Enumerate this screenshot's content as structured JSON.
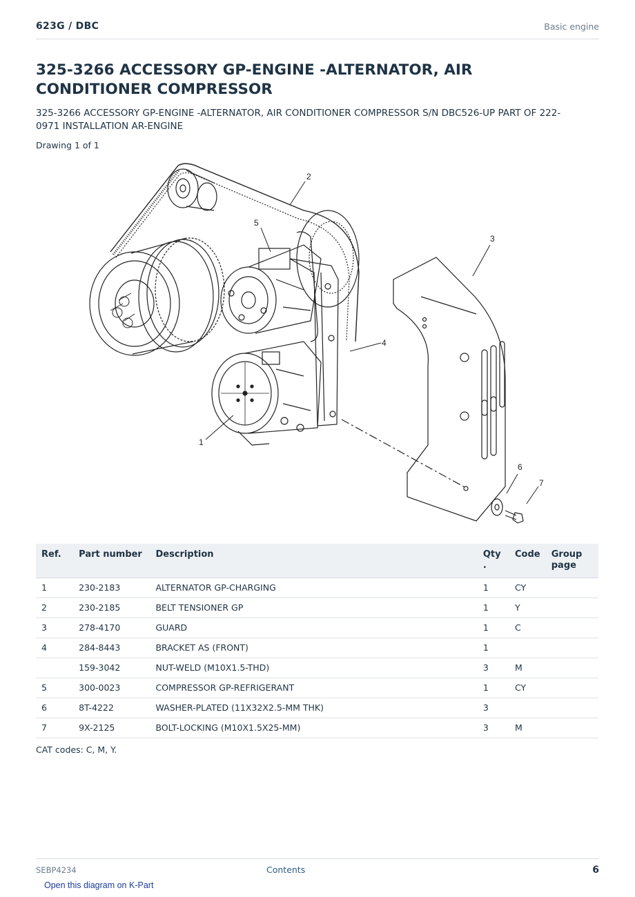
{
  "header": {
    "model": "623G  /  DBC",
    "section": "Basic engine"
  },
  "title": "325-3266 ACCESSORY GP-ENGINE -ALTERNATOR, AIR CONDITIONER COMPRESSOR",
  "subtitle": "325-3266 ACCESSORY GP-ENGINE -ALTERNATOR, AIR CONDITIONER COMPRESSOR S/N DBC526-UP PART OF 222-0971 INSTALLATION AR-ENGINE",
  "drawing_count": "Drawing 1 of 1",
  "diagram": {
    "callouts": [
      "1",
      "2",
      "3",
      "4",
      "5",
      "6",
      "7"
    ]
  },
  "table": {
    "headers": {
      "ref": "Ref.",
      "part": "Part number",
      "desc": "Description",
      "qty": "Qty\n.",
      "code": "Code",
      "group": "Group page"
    },
    "rows": [
      {
        "ref": "1",
        "part": "230-2183",
        "desc": "ALTERNATOR GP-CHARGING",
        "qty": "1",
        "code": "CY",
        "group": ""
      },
      {
        "ref": "2",
        "part": "230-2185",
        "desc": "BELT TENSIONER GP",
        "qty": "1",
        "code": "Y",
        "group": ""
      },
      {
        "ref": "3",
        "part": "278-4170",
        "desc": "GUARD",
        "qty": "1",
        "code": "C",
        "group": ""
      },
      {
        "ref": "4",
        "part": "284-8443",
        "desc": "BRACKET AS (FRONT)",
        "qty": "1",
        "code": "",
        "group": ""
      },
      {
        "ref": "",
        "part": "159-3042",
        "desc": "NUT-WELD (M10X1.5-THD)",
        "qty": "3",
        "code": "M",
        "group": ""
      },
      {
        "ref": "5",
        "part": "300-0023",
        "desc": "COMPRESSOR GP-REFRIGERANT",
        "qty": "1",
        "code": "CY",
        "group": ""
      },
      {
        "ref": "6",
        "part": "8T-4222",
        "desc": "WASHER-PLATED (11X32X2.5-MM THK)",
        "qty": "3",
        "code": "",
        "group": ""
      },
      {
        "ref": "7",
        "part": "9X-2125",
        "desc": "BOLT-LOCKING (M10X1.5X25-MM)",
        "qty": "3",
        "code": "M",
        "group": ""
      }
    ]
  },
  "cat_codes": "CAT codes: C, M, Y.",
  "footer": {
    "doc_number": "SEBP4234",
    "contents_link": "Contents",
    "page_number": "6"
  },
  "kpart_link": "Open this diagram on K-Part"
}
